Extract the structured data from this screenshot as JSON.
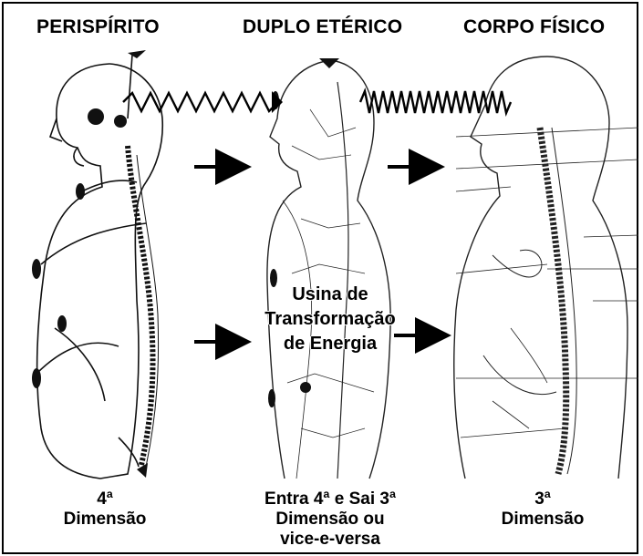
{
  "titles": {
    "left": "PERISPÍRITO",
    "center": "DUPLO ETÉRICO",
    "right": "CORPO FÍSICO"
  },
  "center_label": {
    "line1": "Usina de",
    "line2": "Transformação",
    "line3": "de Energia"
  },
  "captions": {
    "left": {
      "line1": "4ª",
      "line2": "Dimensão"
    },
    "center": {
      "line1": "Entra 4ª e Sai 3ª",
      "line2": "Dimensão ou",
      "line3": "vice-e-versa"
    },
    "right": {
      "line1": "3ª",
      "line2": "Dimensão"
    }
  },
  "colors": {
    "ink": "#000000",
    "background": "#ffffff"
  }
}
